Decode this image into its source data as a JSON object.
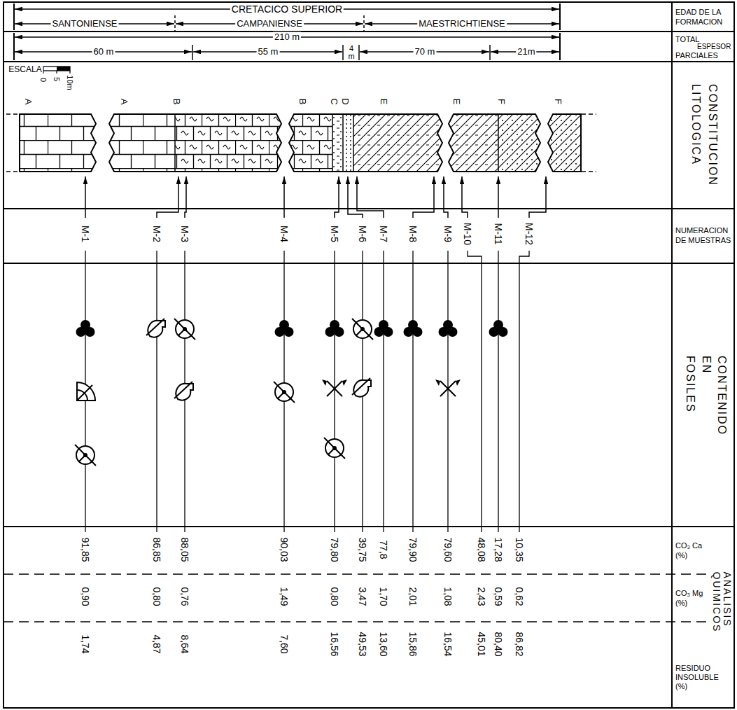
{
  "diagram": {
    "labels": [
      "CRETACICO SUPERIOR",
      "SANTONIENSE",
      "CAMPANIENSE",
      "MAESTRICHTIENSE",
      "EDAD DE LA FORMACION",
      "210 m",
      "60 m",
      "55 m",
      "4 m",
      "70 m",
      "21m",
      "TOTAL",
      "ESPESOR",
      "PARCIALES",
      "ESCALA",
      "0",
      "5",
      "10m",
      "A",
      "A",
      "B",
      "B",
      "C",
      "D",
      "E",
      "E",
      "F",
      "F",
      "CONSTITUCION LITOLOGICA",
      "M-1",
      "M-2",
      "M-3",
      "M-4",
      "M-5",
      "M-6",
      "M-7",
      "M-8",
      "M-9",
      "M-10",
      "M-11",
      "M-12",
      "NUMERACION DE MUESTRAS",
      "CONTENIDO EN FOSILES",
      "91,85",
      "86,85",
      "88,05",
      "90,03",
      "79,80",
      "39,75",
      "77,8",
      "79,90",
      "79,60",
      "48,08",
      "17,28",
      "10,35",
      "CO₃ Ca (%)",
      "0,90",
      "0,80",
      "0,76",
      "1,49",
      "0,80",
      "3,47",
      "1,70",
      "2,01",
      "1,08",
      "2,43",
      "0,59",
      "0,62",
      "CO₃ Mg (%)",
      "1,74",
      "4,87",
      "8,64",
      "7,60",
      "16,56",
      "49,53",
      "13,60",
      "15,86",
      "16,54",
      "45,01",
      "80,40",
      "86,82",
      "RESIDUO INSOLUBLE (%)",
      "ANALISIS QUIMICOS"
    ]
  }
}
